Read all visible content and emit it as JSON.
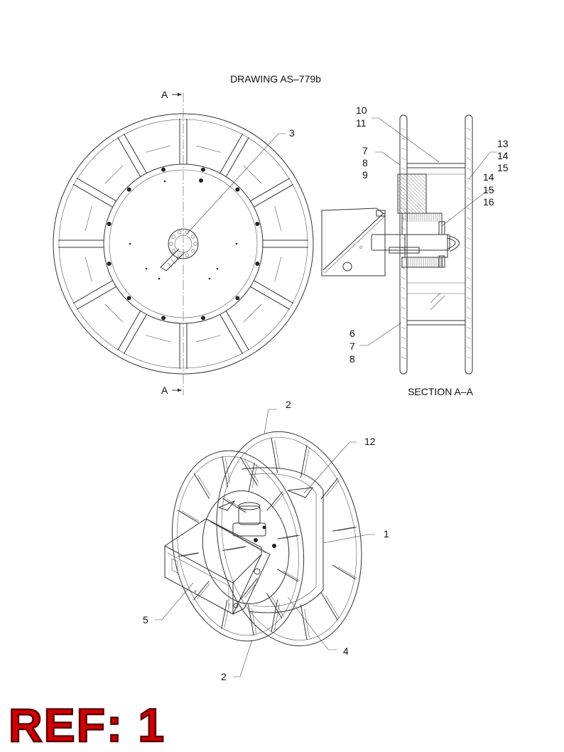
{
  "drawing_title": "DRAWING  AS–779b",
  "section_marker": "A",
  "section_caption": "SECTION  A–A",
  "ref_label": "REF: 1",
  "colors": {
    "line": "#333333",
    "ref_fill": "#d40000",
    "ref_outline": "#5a0000"
  },
  "callouts": {
    "c3": "3",
    "c10": "10",
    "c11": "11",
    "c7a": "7",
    "c8a": "8",
    "c9": "9",
    "c13": "13",
    "c14a": "14",
    "c15a": "15",
    "c14b": "14",
    "c15b": "15",
    "c16": "16",
    "c6": "6",
    "c7b": "7",
    "c8b": "8",
    "c2a": "2",
    "c12": "12",
    "c1": "1",
    "c5": "5",
    "c4": "4",
    "c2b": "2"
  }
}
